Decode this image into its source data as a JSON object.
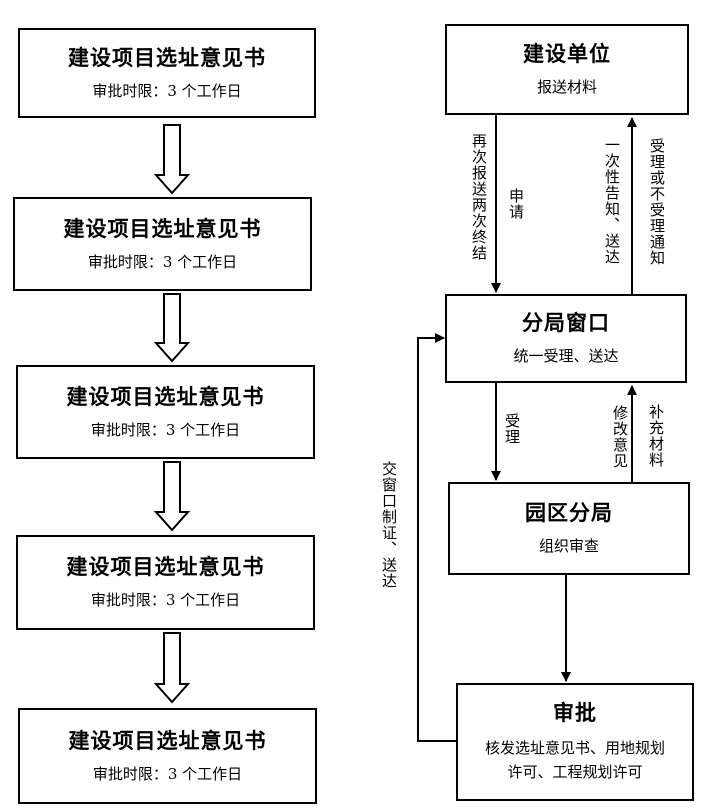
{
  "left_steps": [
    {
      "title": "建设项目选址意见书",
      "subtitle": "审批时限：3 个工作日"
    },
    {
      "title": "建设项目选址意见书",
      "subtitle": "审批时限：3 个工作日"
    },
    {
      "title": "建设项目选址意见书",
      "subtitle": "审批时限：3 个工作日"
    },
    {
      "title": "建设项目选址意见书",
      "subtitle": "审批时限：3 个工作日"
    },
    {
      "title": "建设项目选址意见书",
      "subtitle": "审批时限：3 个工作日"
    }
  ],
  "right_nodes": {
    "unit": {
      "title": "建设单位",
      "subtitle": "报送材料"
    },
    "window": {
      "title": "分局窗口",
      "subtitle": "统一受理、送达"
    },
    "branch": {
      "title": "园区分局",
      "subtitle": "组织审查"
    },
    "approve": {
      "title": "审批",
      "subtitle_line1": "核发选址意见书、用地规划",
      "subtitle_line2": "许可、工程规划许可"
    }
  },
  "edge_labels": {
    "resubmit": "再次报送两次终结",
    "apply": "申请",
    "one_time_notice": "一次性告知、送达",
    "accept_notice": "受理或不受理通知",
    "accept": "受理",
    "revise": "修改意见",
    "supplement": "补充材料",
    "issue_deliver": "交窗口制证、送达"
  }
}
